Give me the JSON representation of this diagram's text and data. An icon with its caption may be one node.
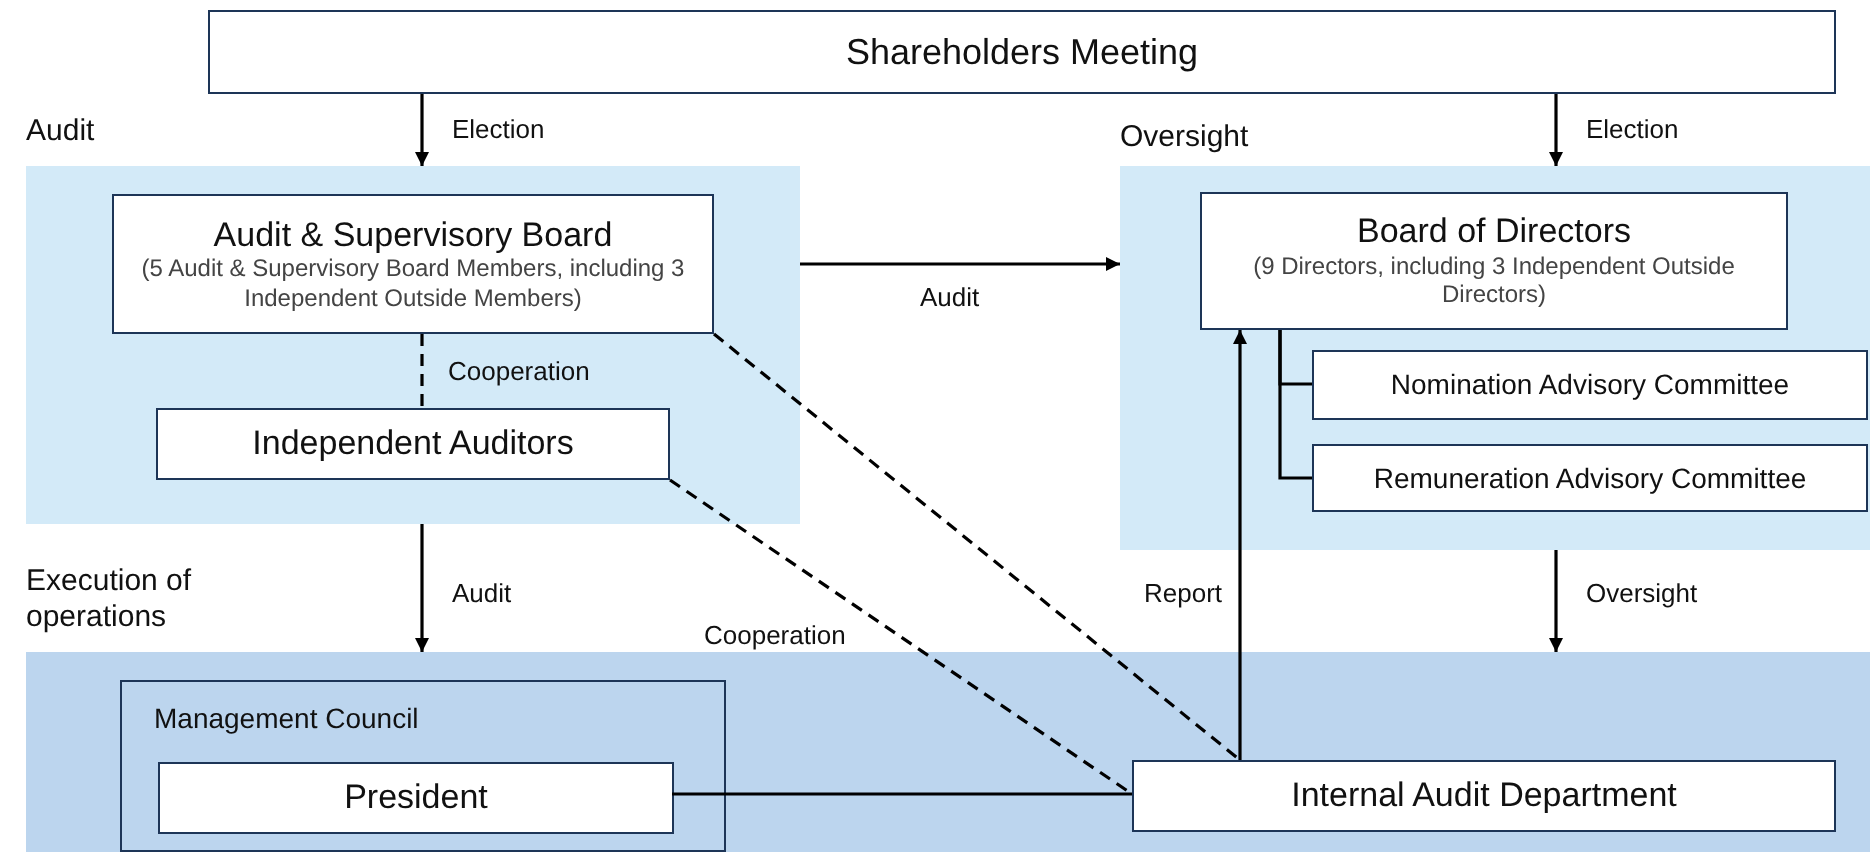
{
  "diagram": {
    "nodes": [
      {
        "text": [
          "Shareholders Meeting"
        ]
      },
      {
        "text": [
          "Audit"
        ]
      },
      {
        "text": [
          "Audit & Supervisory Board",
          "(5 Audit & Supervisory Board Members, including 3 Independent Outside Members)"
        ],
        "in": 1
      },
      {
        "text": [
          "Independent Auditors"
        ],
        "in": 1
      },
      {
        "text": [
          "Oversight"
        ]
      },
      {
        "text": [
          "Board of Directors",
          "(9 Directors, including 3 Independent Outside Directors)"
        ],
        "in": 4
      },
      {
        "text": [
          "Nomination Advisory Committee"
        ],
        "in": 4
      },
      {
        "text": [
          "Remuneration Advisory Committee"
        ],
        "in": 4
      },
      {
        "text": [
          "Execution of operations"
        ]
      },
      {
        "text": [
          "Management Council"
        ],
        "in": 8
      },
      {
        "text": [
          "President"
        ],
        "in": 9
      },
      {
        "text": [
          "Internal Audit Department"
        ],
        "in": 8
      }
    ],
    "edges": [
      {
        "from": 0,
        "to": 1,
        "arrow": "to",
        "label": "Election"
      },
      {
        "from": 0,
        "to": 4,
        "arrow": "to",
        "label": "Election"
      },
      {
        "from": 2,
        "to": 3,
        "arrow": "none",
        "label": "Cooperation",
        "style": "dashed"
      },
      {
        "from": 1,
        "to": 4,
        "arrow": "to",
        "label": "Audit"
      },
      {
        "from": 2,
        "to": 11,
        "arrow": "none",
        "style": "dashed"
      },
      {
        "from": 3,
        "to": 11,
        "arrow": "none",
        "label": "Cooperation",
        "style": "dashed"
      },
      {
        "from": 1,
        "to": 8,
        "arrow": "to",
        "label": "Audit"
      },
      {
        "from": 11,
        "to": 5,
        "arrow": "to",
        "label": "Report"
      },
      {
        "from": 4,
        "to": 8,
        "arrow": "to",
        "label": "Oversight"
      },
      {
        "from": 5,
        "to": 6,
        "arrow": "none"
      },
      {
        "from": 5,
        "to": 7,
        "arrow": "none"
      },
      {
        "from": 10,
        "to": 11,
        "arrow": "none"
      }
    ]
  }
}
